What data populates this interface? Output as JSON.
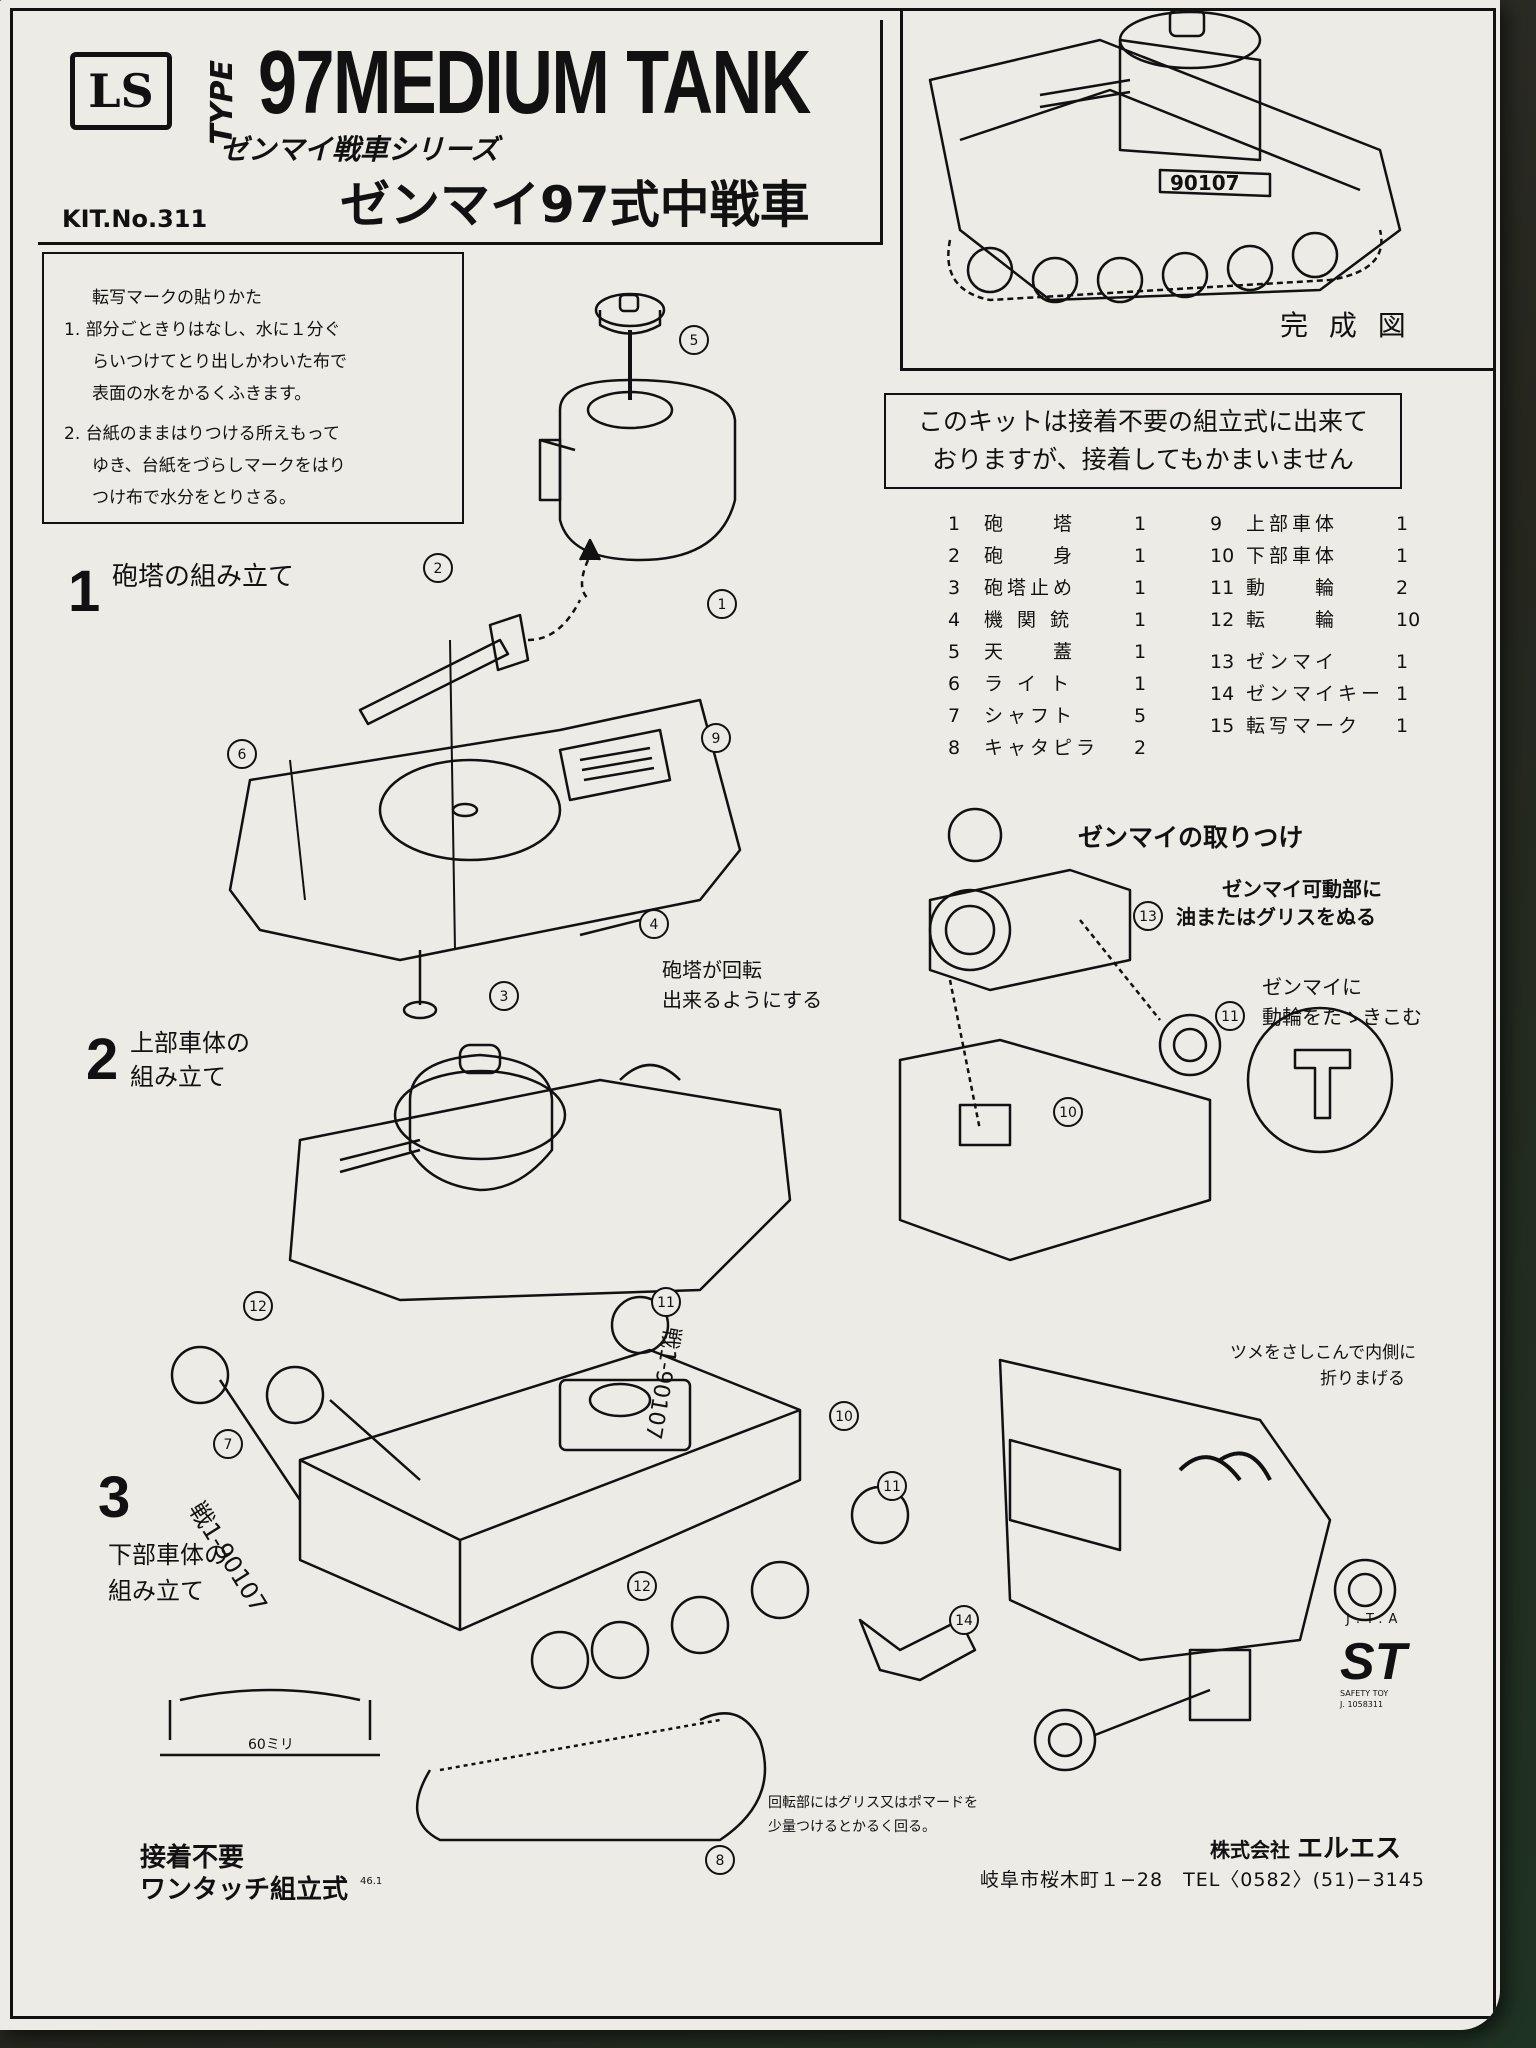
{
  "header": {
    "logo_text": "LS",
    "type_label": "TYPE",
    "title_main": "97MEDIUM TANK",
    "series": "ゼンマイ戦車シリーズ",
    "title_jp": "ゼンマイ97式中戦車",
    "kit_no": "KIT.No.311"
  },
  "completed_label": "完 成 図",
  "tank_number": "90107",
  "decal_instructions": {
    "title": "転写マークの貼りかた",
    "step1": "1. 部分ごときりはなし、水に１分ぐ",
    "step1b": "らいつけてとり出しかわいた布で",
    "step1c": "表面の水をかるくふきます。",
    "step2": "2. 台紙のままはりつける所えもって",
    "step2b": "ゆき、台紙をづらしマークをはり",
    "step2c": "つけ布で水分をとりさる。"
  },
  "notice": {
    "line1": "このキットは接着不要の組立式に出来て",
    "line2": "おりますが、接着してもかまいません"
  },
  "parts_left": [
    {
      "no": "1",
      "name": "砲　　塔",
      "qty": "1"
    },
    {
      "no": "2",
      "name": "砲　　身",
      "qty": "1"
    },
    {
      "no": "3",
      "name": "砲塔止め",
      "qty": "1"
    },
    {
      "no": "4",
      "name": "機 関 銃",
      "qty": "1"
    },
    {
      "no": "5",
      "name": "天　　蓋",
      "qty": "1"
    },
    {
      "no": "6",
      "name": "ラ イ ト",
      "qty": "1"
    },
    {
      "no": "7",
      "name": "シャフト",
      "qty": "5"
    },
    {
      "no": "8",
      "name": "キャタピラ",
      "qty": "2"
    }
  ],
  "parts_right": [
    {
      "no": "9",
      "name": "上部車体",
      "qty": "1"
    },
    {
      "no": "10",
      "name": "下部車体",
      "qty": "1"
    },
    {
      "no": "11",
      "name": "動　　輪",
      "qty": "2"
    },
    {
      "no": "12",
      "name": "転　　輪",
      "qty": "10"
    },
    {
      "no": "13",
      "name": "ゼンマイ",
      "qty": "1"
    },
    {
      "no": "14",
      "name": "ゼンマイキー",
      "qty": "1"
    },
    {
      "no": "15",
      "name": "転写マーク",
      "qty": "1"
    }
  ],
  "steps": {
    "s1_num": "1",
    "s1_label": "砲塔の組み立て",
    "s2_num": "2",
    "s2_line1": "上部車体の",
    "s2_line2": "組み立て",
    "s3_num": "3",
    "s3_line1": "下部車体の",
    "s3_line2": "組み立て"
  },
  "notes": {
    "turret_rotate1": "砲塔が回転",
    "turret_rotate2": "出来るようにする",
    "spring_title": "ゼンマイの取りつけ",
    "grease1": "ゼンマイ可動部に",
    "grease2": "油またはグリスをぬる",
    "drive1": "ゼンマイに",
    "drive2": "動輪をたゝきこむ",
    "tab1": "ツメをさしこんで内側に",
    "tab2": "折りまげる",
    "rotating1": "回転部にはグリス又はポマードを",
    "rotating2": "少量つけるとかるく回る。",
    "marking_a": "戦1-90107",
    "marking_b": "戦1-90107",
    "width_label": "60ミリ"
  },
  "callouts": [
    "1",
    "2",
    "3",
    "4",
    "5",
    "6",
    "7",
    "8",
    "9",
    "10",
    "11",
    "12",
    "13",
    "14"
  ],
  "footer": {
    "left1": "接着不要",
    "left2": "ワンタッチ組立式",
    "date": "46.1",
    "company_prefix": "株式会社",
    "company_name": "エルエス",
    "address": "岐阜市桜木町１−28　TEL〈0582〉(51)−3145",
    "jta": "J.T.A",
    "st": "ST",
    "st_sub1": "SAFETY TOY",
    "st_sub2": "J. 1058311"
  }
}
